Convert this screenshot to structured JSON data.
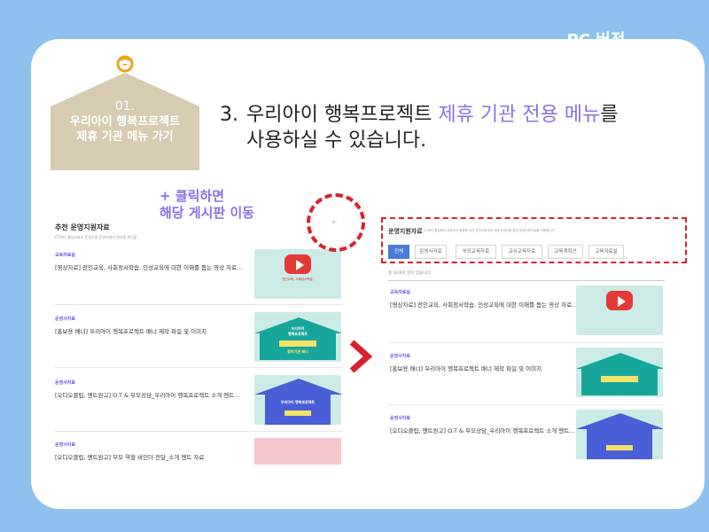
{
  "badge": {
    "label": "PC 버전"
  },
  "house": {
    "num": "01.",
    "line1": "우리아이 행복프로젝트",
    "line2": "제휴 기관 메뉴 가기"
  },
  "headline": {
    "num": "3.",
    "pre": "우리아이 행복프로젝트 ",
    "highlight": "제휴 기관 전용 메뉴",
    "post": "를",
    "line2": "사용하실 수 있습니다."
  },
  "annotation": {
    "line1": "+ 클릭하면",
    "line2": "해당 게시판 이동"
  },
  "left_panel": {
    "title": "추천 운영지원자료",
    "subtitle": "CT부터 활성사회지 운영지원 운영지원의 편지를 확인할",
    "items": [
      {
        "category": "교육자료실",
        "title": "[영상자료] 전인교육, 사회정서학습, 인성교육에 대한 이해를 돕는 영상 자료..."
      },
      {
        "category": "운영사자료",
        "title": "[홍보용 배너] 우리아이 행복프로젝트 배너 제작 파일 및 이미지"
      },
      {
        "category": "운영사자료",
        "title": "[오디오클립, 멘트원고] O.T & 부모상담_우리아이 행복프로젝트 소개 멘트..."
      },
      {
        "category": "운영사자료",
        "title": "[오디오클립, 멘트원고] 부모 역할 바인더 전달_소개 멘트 자료"
      }
    ]
  },
  "plus_sign": "+",
  "right_panel": {
    "title": "운영지원자료",
    "desc": "CT부터 활성화지 공유하여 활용에 있어 전인교육사업 지원 운영지원 할것 운영지원자료를 지원합니다",
    "tabs": [
      "전체",
      "운영사자료",
      "부모교육자료",
      "교사교육자료",
      "교육계획안",
      "교육자료실"
    ],
    "count": "총 16개의 글이 있습니다.",
    "items": [
      {
        "category": "교육자료실",
        "title": "[영상자료] 전인교육, 사회정서학습, 인성교육에 대한 이해를 돕는 영상 자료..."
      },
      {
        "category": "운영사자료",
        "title": "[홍보용 배너] 우리아이 행복프로젝트 배너 제작 파일 및 이미지"
      },
      {
        "category": "운영사자료",
        "title": "[오디오클립, 멘트원고] O.T & 부모상담_우리아이 행복프로젝트 소개 멘트..."
      }
    ]
  },
  "thumbs": {
    "video_text": "전인교육, 사회정서학습,",
    "banner_top": "우리아이",
    "banner_mid": "행복프로젝트",
    "banner_sign": "참여기관 배너",
    "audio_text": "우리아이 행복프로젝트"
  },
  "colors": {
    "background": "#8fc1ef",
    "accent": "#8c6fe8",
    "dashed": "#d9212e",
    "tab_active": "#4a7bdc"
  }
}
